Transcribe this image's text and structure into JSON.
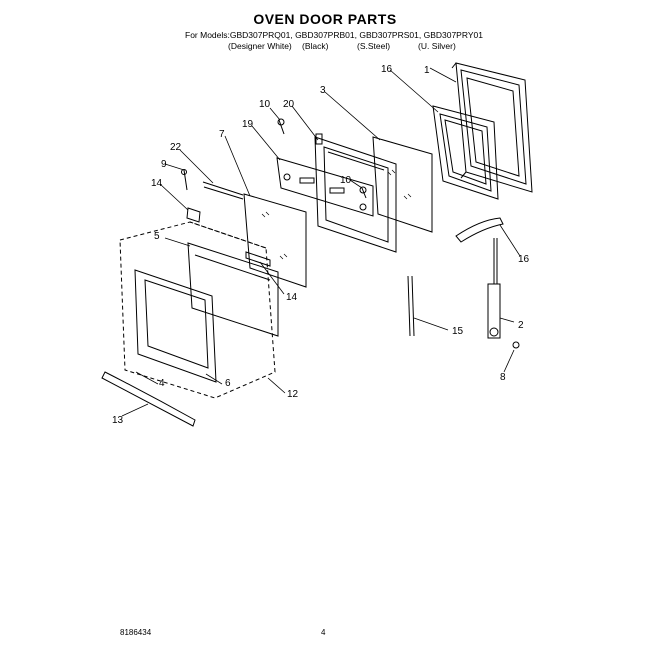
{
  "title": "OVEN DOOR PARTS",
  "models_line": "For Models:GBD307PRQ01, GBD307PRB01, GBD307PRS01, GBD307PRY01",
  "variants": [
    "(Designer White)",
    "(Black)",
    "(S.Steel)",
    "(U. Silver)"
  ],
  "callouts": [
    "1",
    "2",
    "3",
    "4",
    "5",
    "6",
    "7",
    "8",
    "9",
    "10",
    "10",
    "12",
    "13",
    "14",
    "14",
    "15",
    "16",
    "16",
    "19",
    "20",
    "22"
  ],
  "footer": {
    "doc_number": "8186434",
    "page": "4"
  }
}
